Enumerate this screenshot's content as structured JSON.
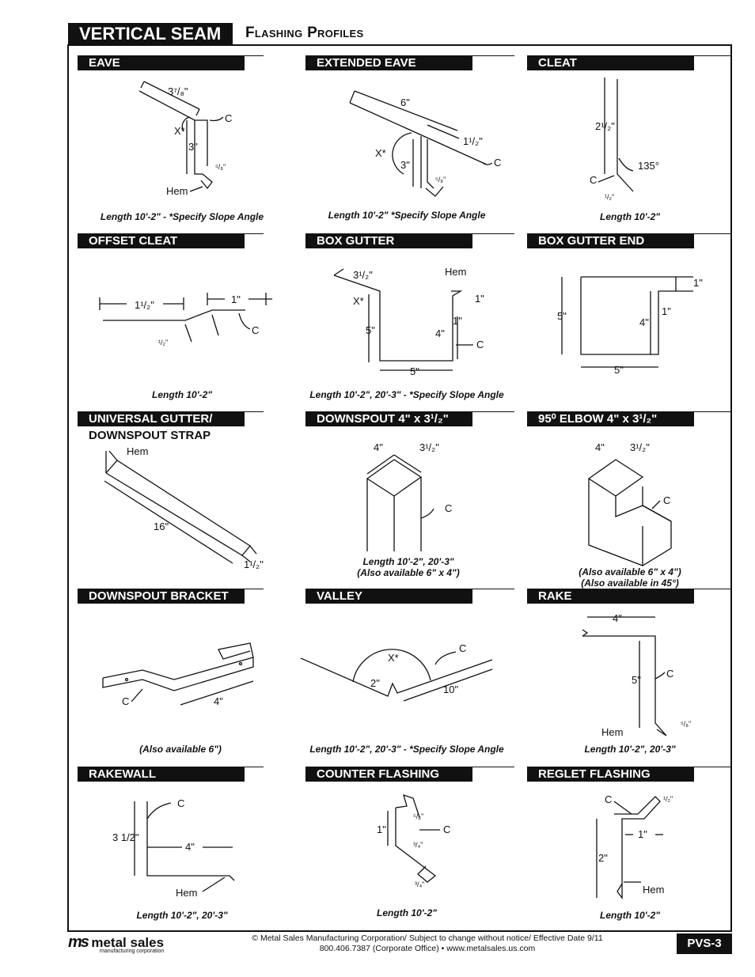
{
  "page": {
    "title": "VERTICAL SEAM",
    "subtitle": "Flashing Profiles",
    "page_code": "PVS-3"
  },
  "panels": [
    {
      "title": "EAVE",
      "caption": "Length 10'-2\" - *Specify Slope Angle",
      "labels": {
        "top": "3⁷/₈\"",
        "c": "C",
        "x": "X*",
        "height": "3\"",
        "hem_dim": "⁵/₈\"",
        "hem": "Hem"
      }
    },
    {
      "title": "EXTENDED EAVE",
      "caption": "Length 10'-2\" *Specify Slope Angle",
      "labels": {
        "top": "6\"",
        "mid": "1¹/₂\"",
        "x": "X*",
        "height": "3\"",
        "hem_dim": "⁵/₈\"",
        "c": "C"
      }
    },
    {
      "title": "CLEAT",
      "caption": "Length 10'-2\"",
      "labels": {
        "height": "2¹/₂\"",
        "angle": "135°",
        "c": "C",
        "small": "¹/₂\""
      }
    },
    {
      "title": "OFFSET CLEAT",
      "caption": "Length 10'-2\"",
      "labels": {
        "left": "1¹/₂\"",
        "right": "1\"",
        "offset": "¹/₂\"",
        "c": "C"
      }
    },
    {
      "title": "BOX GUTTER",
      "caption": "Length 10'-2\", 20'-3\" - *Specify Slope Angle",
      "labels": {
        "top": "3¹/₂\"",
        "hem": "Hem",
        "x": "X*",
        "hem_dim": "1\"",
        "lip": "1\"",
        "left": "5\"",
        "right": "4\"",
        "c": "C",
        "bottom": "5\""
      }
    },
    {
      "title": "BOX GUTTER END",
      "caption": "",
      "labels": {
        "tab": "1\"",
        "left": "5\"",
        "right": "4\"",
        "inner": "1\"",
        "bottom": "5\""
      }
    },
    {
      "title": "UNIVERSAL GUTTER/",
      "title2": "DOWNSPOUT STRAP",
      "caption": "",
      "labels": {
        "hem": "Hem",
        "length": "16\"",
        "width": "1¹/₂\""
      }
    },
    {
      "title": "DOWNSPOUT 4\" x 3¹/₂\"",
      "caption": "Length 10'-2\", 20'-3\"",
      "caption2": "(Also available 6\" x 4\")",
      "labels": {
        "w": "4\"",
        "d": "3¹/₂\"",
        "c": "C"
      }
    },
    {
      "title": "95⁰ ELBOW 4\" x 3¹/₂\"",
      "caption": "(Also available 6\" x 4\")",
      "caption2": "(Also available in 45°)",
      "labels": {
        "w": "4\"",
        "d": "3¹/₂\"",
        "c": "C"
      }
    },
    {
      "title": "DOWNSPOUT BRACKET",
      "caption": "(Also available 6\")",
      "labels": {
        "c": "C",
        "length": "4\""
      }
    },
    {
      "title": "VALLEY",
      "caption": "Length 10'-2\", 20'-3\" - *Specify Slope Angle",
      "labels": {
        "x": "X*",
        "c": "C",
        "rib": "2\"",
        "side": "10\""
      }
    },
    {
      "title": "RAKE",
      "caption": "Length 10'-2\", 20'-3\"",
      "labels": {
        "top": "4\"",
        "c": "C",
        "height": "5\"",
        "hem": "Hem",
        "kick": "⁵/₈\""
      }
    },
    {
      "title": "RAKEWALL",
      "caption": "Length 10'-2\", 20'-3\"",
      "labels": {
        "c": "C",
        "height": "3 1/2\"",
        "base": "4\"",
        "hem": "Hem"
      }
    },
    {
      "title": "COUNTER FLASHING",
      "caption": "Length 10'-2\"",
      "labels": {
        "top": "⁵/₈\"",
        "height": "1\"",
        "c": "C",
        "mid": "³/₄\"",
        "bottom": "³/₄\""
      }
    },
    {
      "title": "REGLET FLASHING",
      "caption": "Length 10'-2\"",
      "labels": {
        "c": "C",
        "small": "¹/₂\"",
        "arm": "1\"",
        "height": "2\"",
        "hem": "Hem"
      }
    }
  ],
  "footer": {
    "logo_mark": "ms",
    "logo_name": "metal sales",
    "logo_sub": "manufacturing corporation",
    "line1": "© Metal Sales Manufacturing Corporation/ Subject to change without notice/ Effective Date 9/11",
    "line2": "800.406.7387 (Corporate Office) • www.metalsales.us.com"
  }
}
